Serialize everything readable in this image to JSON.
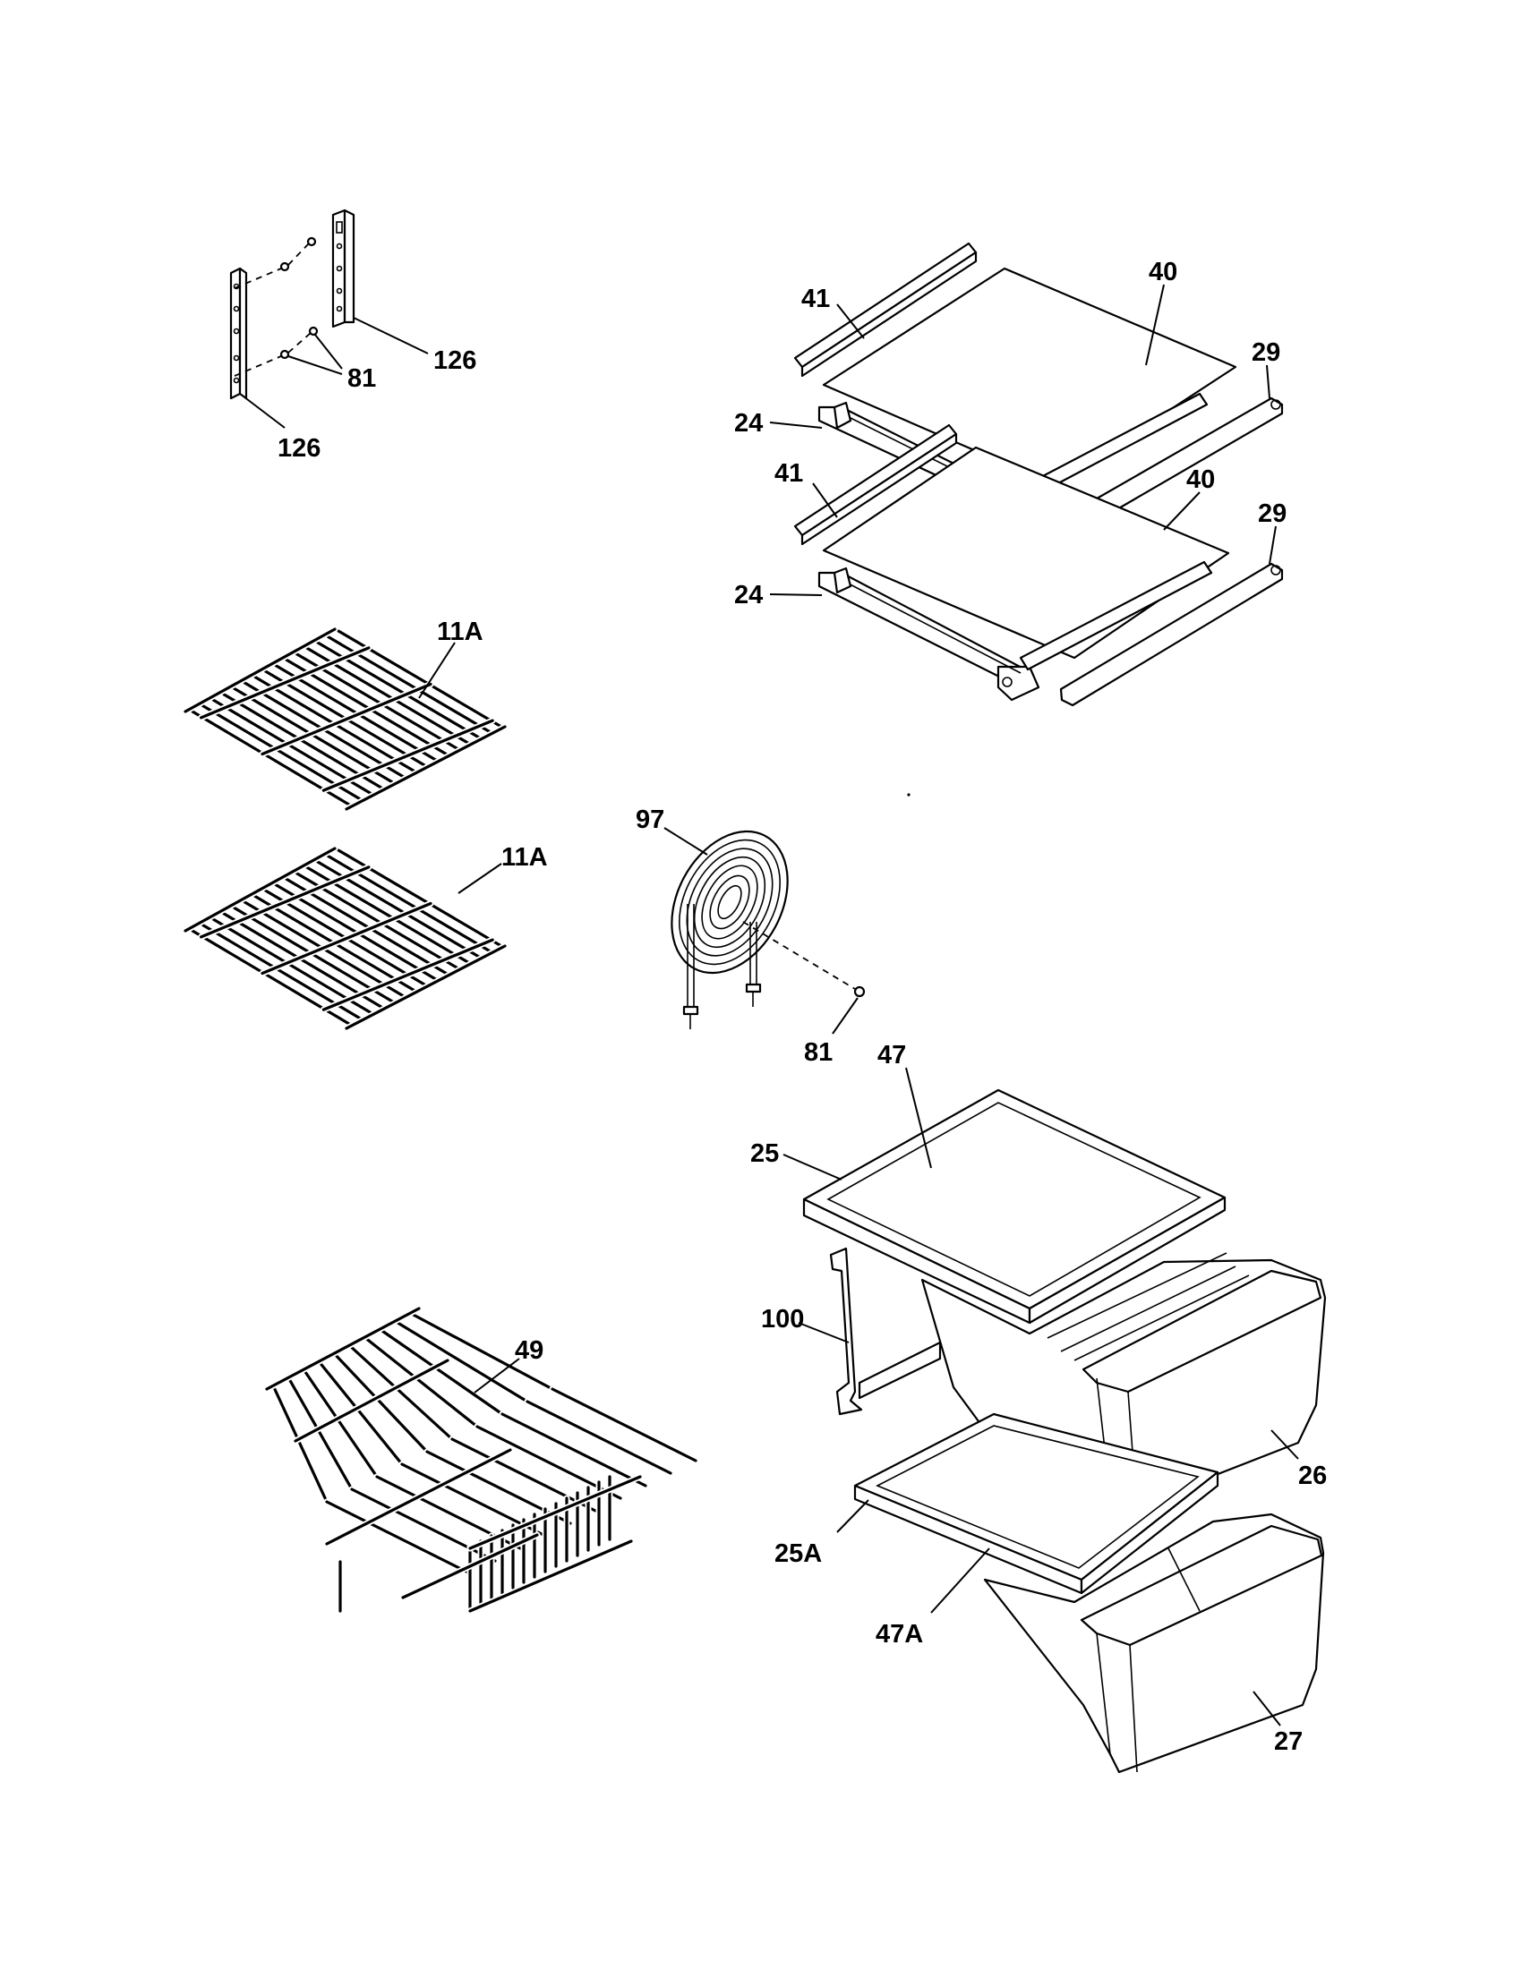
{
  "callouts": {
    "c126a": "126",
    "c126b": "126",
    "c81a": "81",
    "c41a": "41",
    "c40a": "40",
    "c29a": "29",
    "c24a": "24",
    "c41b": "41",
    "c40b": "40",
    "c29b": "29",
    "c24b": "24",
    "c11a1": "11A",
    "c11a2": "11A",
    "c97": "97",
    "c81b": "81",
    "c47": "47",
    "c25": "25",
    "c100": "100",
    "c49": "49",
    "c26": "26",
    "c25a": "25A",
    "c47a": "47A",
    "c27": "27"
  }
}
